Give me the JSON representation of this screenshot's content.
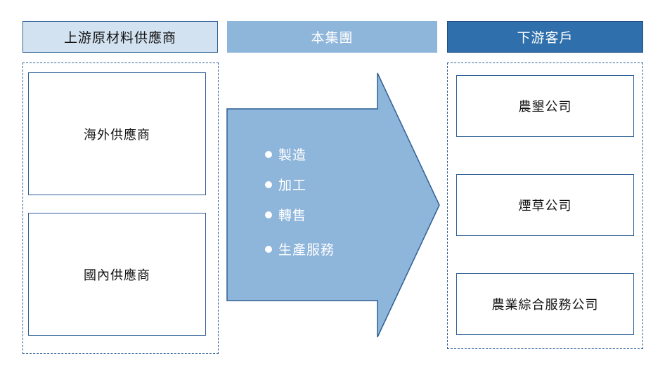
{
  "colors": {
    "border": "#2f6096",
    "upstream_header_bg": "#d2e2f1",
    "group_header_bg": "#8eb5da",
    "downstream_header_bg": "#2f6fab",
    "arrow_fill": "#8eb5da"
  },
  "headers": {
    "upstream": "上游原材料供應商",
    "group": "本集團",
    "downstream": "下游客戶"
  },
  "upstream": {
    "boxes": [
      "海外供應商",
      "國內供應商"
    ]
  },
  "group": {
    "activities": [
      "製造",
      "加工",
      "轉售",
      "生產服務"
    ]
  },
  "downstream": {
    "boxes": [
      "農墾公司",
      "煙草公司",
      "農業綜合服務公司"
    ]
  }
}
